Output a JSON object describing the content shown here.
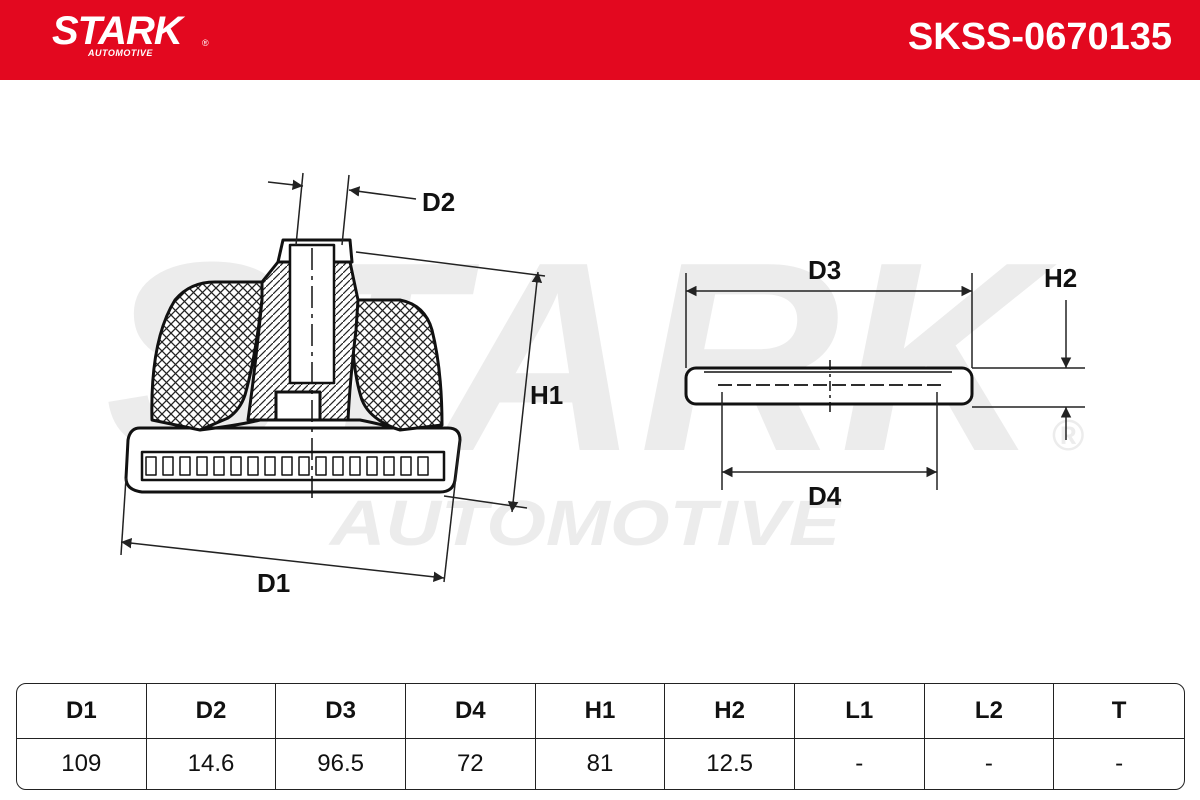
{
  "brand": {
    "name": "STARK",
    "sub": "AUTOMOTIVE",
    "registered": "®"
  },
  "part_number": "SKSS-0670135",
  "watermark": {
    "main": "STARK",
    "sub": "AUTOMOTIVE",
    "registered": "®"
  },
  "diagram_labels": {
    "d1": "D1",
    "d2": "D2",
    "d3": "D3",
    "d4": "D4",
    "h1": "H1",
    "h2": "H2"
  },
  "colors": {
    "brand_red": "#e3081f"
  },
  "table": {
    "headers": [
      "D1",
      "D2",
      "D3",
      "D4",
      "H1",
      "H2",
      "L1",
      "L2",
      "T"
    ],
    "values": [
      "109",
      "14.6",
      "96.5",
      "72",
      "81",
      "12.5",
      "-",
      "-",
      "-"
    ]
  }
}
